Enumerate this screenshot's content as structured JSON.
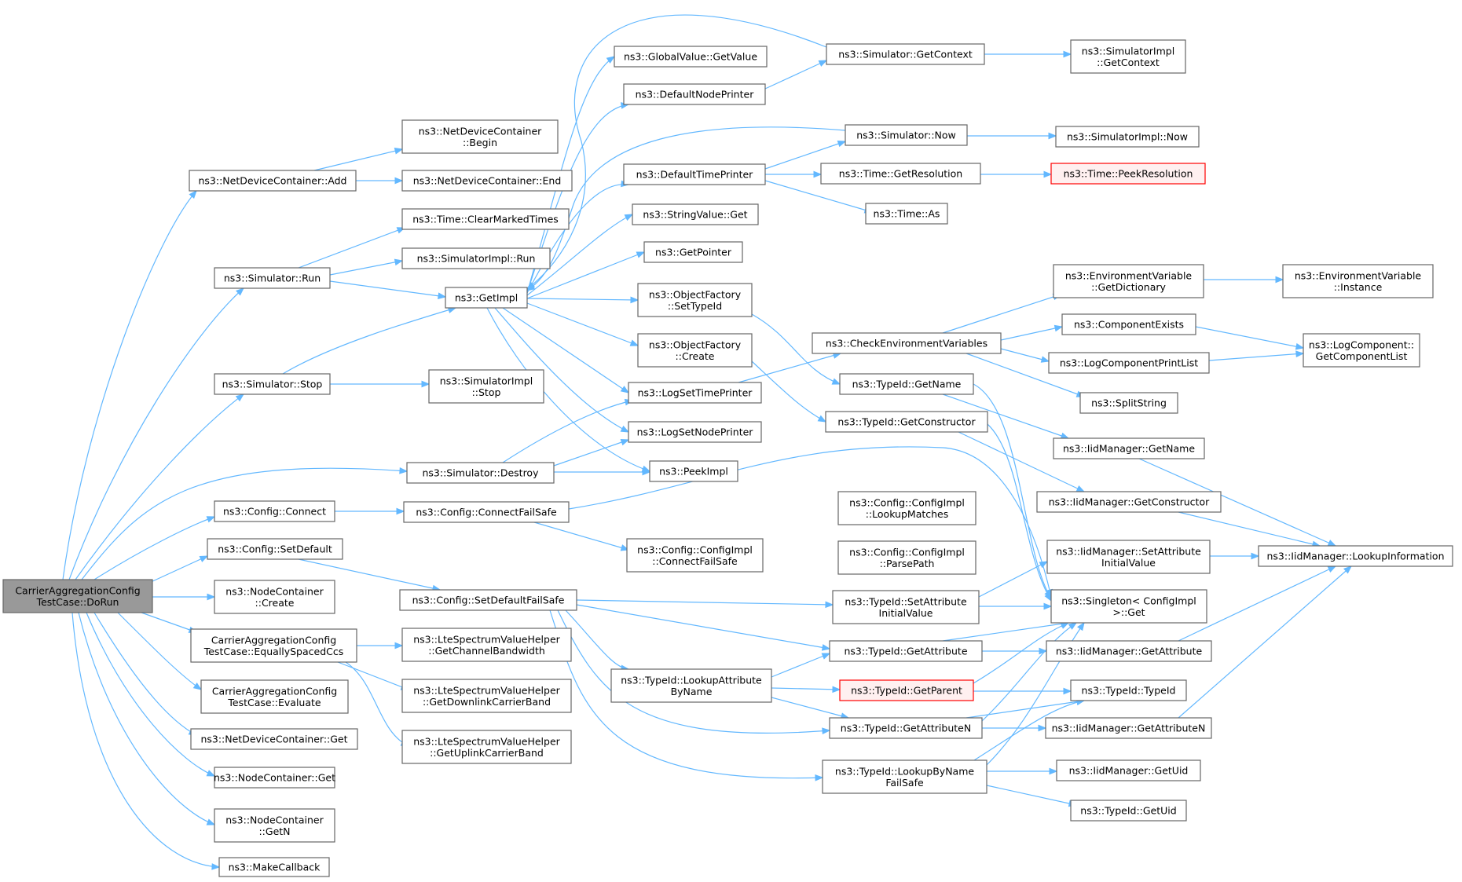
{
  "diagram": {
    "colors": {
      "edge": "#63b8ff",
      "node_border": "#666666",
      "root_fill": "#999999",
      "missing_border": "#ff0000"
    },
    "nodes": [
      {
        "id": "root",
        "lines": [
          "CarrierAggregationConfig",
          "TestCase::DoRun"
        ],
        "style": "root"
      },
      {
        "id": "ndc_add",
        "lines": [
          "ns3::NetDeviceContainer::Add"
        ]
      },
      {
        "id": "ndc_begin",
        "lines": [
          "ns3::NetDeviceContainer",
          "::Begin"
        ]
      },
      {
        "id": "ndc_end",
        "lines": [
          "ns3::NetDeviceContainer::End"
        ]
      },
      {
        "id": "time_clear",
        "lines": [
          "ns3::Time::ClearMarkedTimes"
        ]
      },
      {
        "id": "sim_run",
        "lines": [
          "ns3::Simulator::Run"
        ]
      },
      {
        "id": "simimpl_run",
        "lines": [
          "ns3::SimulatorImpl::Run"
        ]
      },
      {
        "id": "getimpl",
        "lines": [
          "ns3::GetImpl"
        ]
      },
      {
        "id": "sim_stop",
        "lines": [
          "ns3::Simulator::Stop"
        ]
      },
      {
        "id": "simimpl_stop",
        "lines": [
          "ns3::SimulatorImpl",
          "::Stop"
        ]
      },
      {
        "id": "sim_destroy",
        "lines": [
          "ns3::Simulator::Destroy"
        ]
      },
      {
        "id": "cfg_connect",
        "lines": [
          "ns3::Config::Connect"
        ]
      },
      {
        "id": "cfg_connectfs",
        "lines": [
          "ns3::Config::ConnectFailSafe"
        ]
      },
      {
        "id": "cfg_setdefault",
        "lines": [
          "ns3::Config::SetDefault"
        ]
      },
      {
        "id": "nc_create",
        "lines": [
          "ns3::NodeContainer",
          "::Create"
        ]
      },
      {
        "id": "eq_ccs",
        "lines": [
          "CarrierAggregationConfig",
          "TestCase::EquallySpacedCcs"
        ]
      },
      {
        "id": "evaluate",
        "lines": [
          "CarrierAggregationConfig",
          "TestCase::Evaluate"
        ]
      },
      {
        "id": "ndc_get",
        "lines": [
          "ns3::NetDeviceContainer::Get"
        ]
      },
      {
        "id": "nc_get",
        "lines": [
          "ns3::NodeContainer::Get"
        ]
      },
      {
        "id": "nc_getn",
        "lines": [
          "ns3::NodeContainer",
          "::GetN"
        ]
      },
      {
        "id": "makecb",
        "lines": [
          "ns3::MakeCallback"
        ]
      },
      {
        "id": "cfg_setdefaultfs",
        "lines": [
          "ns3::Config::SetDefaultFailSafe"
        ]
      },
      {
        "id": "lte_bw",
        "lines": [
          "ns3::LteSpectrumValueHelper",
          "::GetChannelBandwidth"
        ]
      },
      {
        "id": "lte_dl",
        "lines": [
          "ns3::LteSpectrumValueHelper",
          "::GetDownlinkCarrierBand"
        ]
      },
      {
        "id": "lte_ul",
        "lines": [
          "ns3::LteSpectrumValueHelper",
          "::GetUplinkCarrierBand"
        ]
      },
      {
        "id": "gv_getvalue",
        "lines": [
          "ns3::GlobalValue::GetValue"
        ]
      },
      {
        "id": "defnodeprinter",
        "lines": [
          "ns3::DefaultNodePrinter"
        ]
      },
      {
        "id": "deftimeprinter",
        "lines": [
          "ns3::DefaultTimePrinter"
        ]
      },
      {
        "id": "sv_get",
        "lines": [
          "ns3::StringValue::Get"
        ]
      },
      {
        "id": "getpointer",
        "lines": [
          "ns3::GetPointer"
        ]
      },
      {
        "id": "of_settypeid",
        "lines": [
          "ns3::ObjectFactory",
          "::SetTypeId"
        ]
      },
      {
        "id": "of_create",
        "lines": [
          "ns3::ObjectFactory",
          "::Create"
        ]
      },
      {
        "id": "logsettime",
        "lines": [
          "ns3::LogSetTimePrinter"
        ]
      },
      {
        "id": "logsetnode",
        "lines": [
          "ns3::LogSetNodePrinter"
        ]
      },
      {
        "id": "peekimpl",
        "lines": [
          "ns3::PeekImpl"
        ]
      },
      {
        "id": "cfgimpl_connectfs",
        "lines": [
          "ns3::Config::ConfigImpl",
          "::ConnectFailSafe"
        ]
      },
      {
        "id": "cfgimpl_lookup",
        "lines": [
          "ns3::Config::ConfigImpl",
          "::LookupMatches"
        ]
      },
      {
        "id": "cfgimpl_parse",
        "lines": [
          "ns3::Config::ConfigImpl",
          "::ParsePath"
        ]
      },
      {
        "id": "tid_lookupattr",
        "lines": [
          "ns3::TypeId::LookupAttribute",
          "ByName"
        ]
      },
      {
        "id": "sim_getcontext",
        "lines": [
          "ns3::Simulator::GetContext"
        ]
      },
      {
        "id": "simimpl_getcontext",
        "lines": [
          "ns3::SimulatorImpl",
          "::GetContext"
        ]
      },
      {
        "id": "sim_now",
        "lines": [
          "ns3::Simulator::Now"
        ]
      },
      {
        "id": "simimpl_now",
        "lines": [
          "ns3::SimulatorImpl::Now"
        ]
      },
      {
        "id": "time_getres",
        "lines": [
          "ns3::Time::GetResolution"
        ]
      },
      {
        "id": "time_peekres",
        "lines": [
          "ns3::Time::PeekResolution"
        ],
        "style": "red"
      },
      {
        "id": "time_as",
        "lines": [
          "ns3::Time::As"
        ]
      },
      {
        "id": "checkenv",
        "lines": [
          "ns3::CheckEnvironmentVariables"
        ]
      },
      {
        "id": "tid_getname",
        "lines": [
          "ns3::TypeId::GetName"
        ]
      },
      {
        "id": "tid_getctor",
        "lines": [
          "ns3::TypeId::GetConstructor"
        ]
      },
      {
        "id": "tid_setattrinit",
        "lines": [
          "ns3::TypeId::SetAttribute",
          "InitialValue"
        ]
      },
      {
        "id": "tid_getattr",
        "lines": [
          "ns3::TypeId::GetAttribute"
        ]
      },
      {
        "id": "tid_getparent",
        "lines": [
          "ns3::TypeId::GetParent"
        ],
        "style": "red"
      },
      {
        "id": "tid_getattrn",
        "lines": [
          "ns3::TypeId::GetAttributeN"
        ]
      },
      {
        "id": "tid_lookupbyname",
        "lines": [
          "ns3::TypeId::LookupByName",
          "FailSafe"
        ]
      },
      {
        "id": "envvar_getdict",
        "lines": [
          "ns3::EnvironmentVariable",
          "::GetDictionary"
        ]
      },
      {
        "id": "envvar_instance",
        "lines": [
          "ns3::EnvironmentVariable",
          "::Instance"
        ]
      },
      {
        "id": "compexists",
        "lines": [
          "ns3::ComponentExists"
        ]
      },
      {
        "id": "logcompprint",
        "lines": [
          "ns3::LogComponentPrintList"
        ]
      },
      {
        "id": "splitstring",
        "lines": [
          "ns3::SplitString"
        ]
      },
      {
        "id": "logcomp_getlist",
        "lines": [
          "ns3::LogComponent::",
          "GetComponentList"
        ]
      },
      {
        "id": "iid_getname",
        "lines": [
          "ns3::IidManager::GetName"
        ]
      },
      {
        "id": "iid_getctor",
        "lines": [
          "ns3::IidManager::GetConstructor"
        ]
      },
      {
        "id": "iid_setattrinit",
        "lines": [
          "ns3::IidManager::SetAttribute",
          "InitialValue"
        ]
      },
      {
        "id": "singleton_get",
        "lines": [
          "ns3::Singleton< ConfigImpl",
          ">::Get"
        ]
      },
      {
        "id": "iid_getattr",
        "lines": [
          "ns3::IidManager::GetAttribute"
        ]
      },
      {
        "id": "tid_typeid",
        "lines": [
          "ns3::TypeId::TypeId"
        ]
      },
      {
        "id": "iid_getattrn",
        "lines": [
          "ns3::IidManager::GetAttributeN"
        ]
      },
      {
        "id": "iid_getuid",
        "lines": [
          "ns3::IidManager::GetUid"
        ]
      },
      {
        "id": "tid_getuid",
        "lines": [
          "ns3::TypeId::GetUid"
        ]
      },
      {
        "id": "iid_lookupinfo",
        "lines": [
          "ns3::IidManager::LookupInformation"
        ]
      }
    ]
  }
}
